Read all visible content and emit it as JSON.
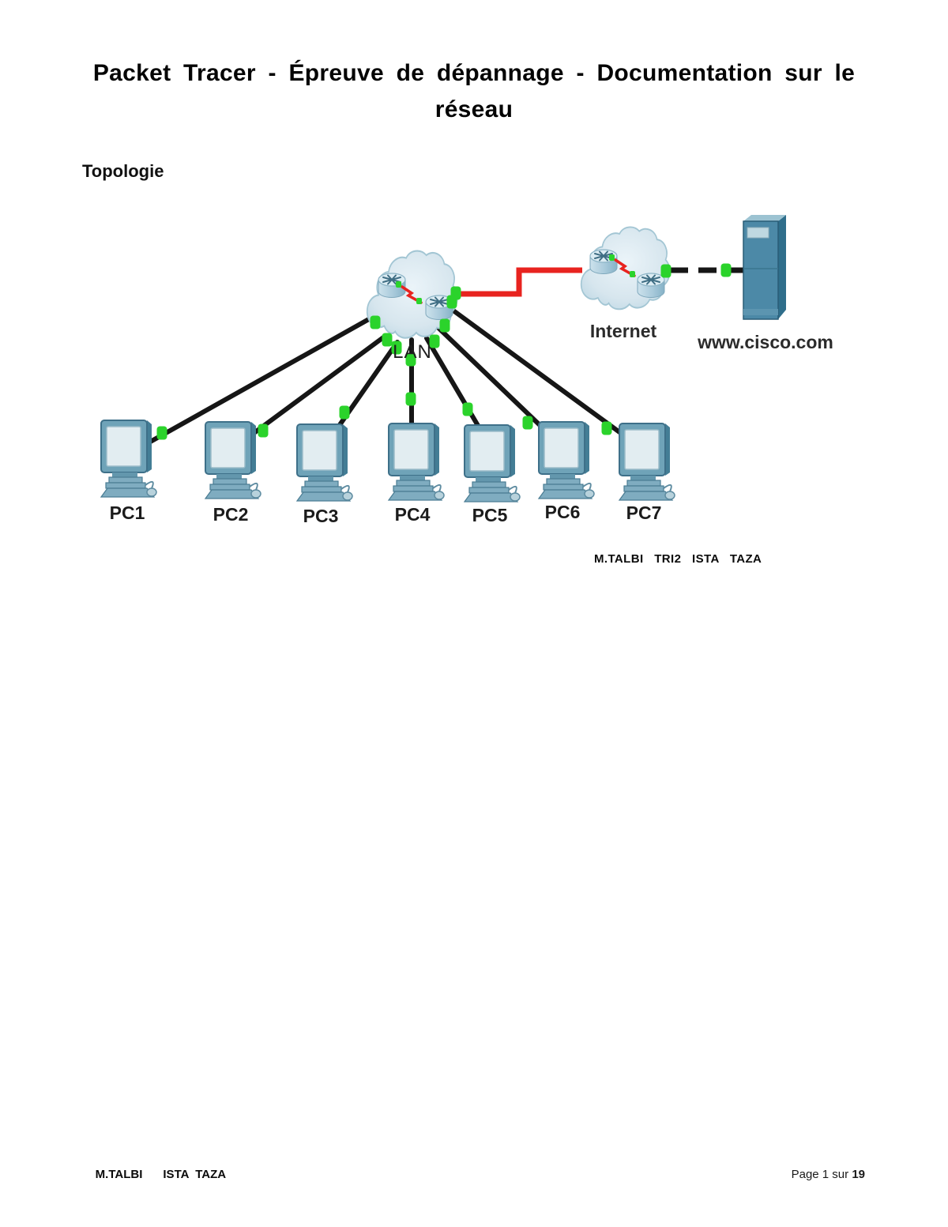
{
  "document": {
    "title_line1": "Packet Tracer - Épreuve de dépannage - Documentation sur le",
    "title_line2": "réseau",
    "section_heading": "Topologie",
    "author_note": "M.TALBI   TRI2   ISTA   TAZA"
  },
  "topology": {
    "lan": {
      "label": "LAN"
    },
    "internet": {
      "label": "Internet"
    },
    "server": {
      "label": "www.cisco.com"
    },
    "pcs": [
      {
        "label": "PC1"
      },
      {
        "label": "PC2"
      },
      {
        "label": "PC3"
      },
      {
        "label": "PC4"
      },
      {
        "label": "PC5"
      },
      {
        "label": "PC6"
      },
      {
        "label": "PC7"
      }
    ]
  },
  "footer": {
    "author": "M.TALBI",
    "org": "ISTA  TAZA",
    "page_label": "Page 1 sur ",
    "page_total": "19"
  },
  "colors": {
    "link_up_green": "#2bd32b",
    "serial_link_red": "#e8231f",
    "ethernet_link_black": "#161616",
    "cloud_fill": "#d7e6ee",
    "device_blue": "#4c89a7"
  }
}
